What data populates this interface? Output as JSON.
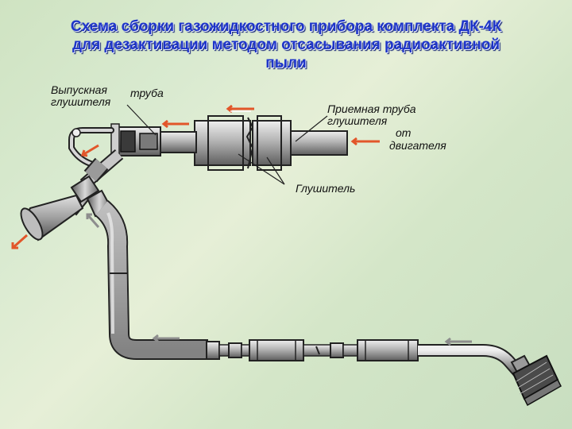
{
  "slide": {
    "title_line1": "Схема сборки газожидкостного прибора комплекта ДК-4К",
    "title_line2": "для дезактивации методом отсасывания радиоактивной",
    "title_line3": "пыли",
    "title_color": "#1e35c9"
  },
  "labels": {
    "exhaust_1": "Выпускная",
    "exhaust_2": "глушителя",
    "exhaust_3": "труба",
    "intake_1": "Приемная труба",
    "intake_2": "глушителя",
    "from_1": "от",
    "from_2": "двигателя",
    "muffler": "Глушитель"
  },
  "colors": {
    "arrow_flow": "#e2562a",
    "arrow_gray": "#8d8d8d",
    "pipe_gray": "#a6a6a6",
    "outline": "#222222"
  }
}
